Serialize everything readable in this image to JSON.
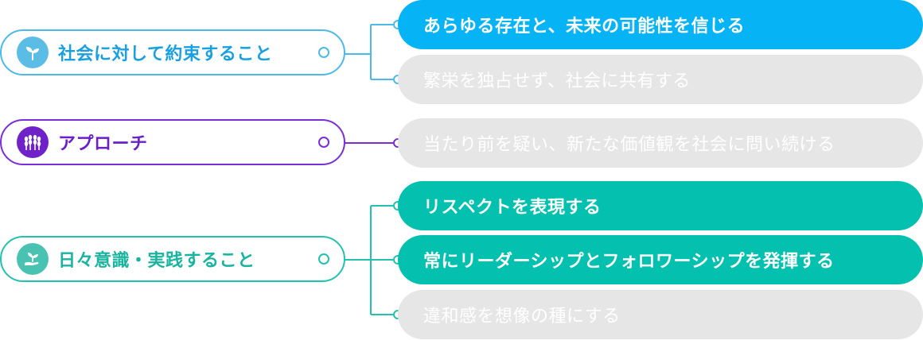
{
  "colors": {
    "blue": "#06b4f6",
    "purple": "#7a2fd6",
    "teal": "#03c1ae",
    "muted": "#e6e6e6"
  },
  "categories": [
    {
      "label": "社会に対して約束すること",
      "icon": "sprout-icon"
    },
    {
      "label": "アプローチ",
      "icon": "wheat-icon"
    },
    {
      "label": "日々意識・実践すること",
      "icon": "hand-plant-icon"
    }
  ],
  "items": [
    {
      "text": "あらゆる存在と、未来の可能性を信じる",
      "style": "blue"
    },
    {
      "text": "繁栄を独占せず、社会に共有する",
      "style": "muted"
    },
    {
      "text": "当たり前を疑い、新たな価値観を社会に問い続ける",
      "style": "muted"
    },
    {
      "text": "リスペクトを表現する",
      "style": "teal"
    },
    {
      "text": "常にリーダーシップとフォロワーシップを発揮する",
      "style": "teal"
    },
    {
      "text": "違和感を想像の種にする",
      "style": "muted"
    }
  ]
}
